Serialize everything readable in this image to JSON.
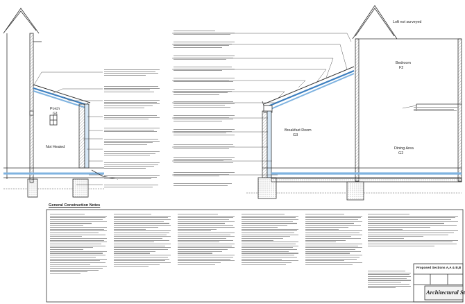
{
  "drawing": {
    "rooms": {
      "loft": "Loft not surveyed",
      "bedroom_name": "Bedroom",
      "bedroom_code": "F2",
      "porch_name": "Porch",
      "porch_code": "G1",
      "not_heated": "Not Heated",
      "breakfast_name": "Breakfast Room",
      "breakfast_code": "G3",
      "dining_name": "Dining Area",
      "dining_code": "G2"
    },
    "notes_heading": "General Construction Notes"
  },
  "title_block": {
    "drawing_title": "Proposed Sections A,A & B,B",
    "firm": "Architectural Studio"
  },
  "colors": {
    "line": "#333333",
    "fill_hatch": "#bdbdbd",
    "insulation": "#7fb3e0",
    "insulation_dark": "#3d7fbf",
    "ground": "#8a8a8a",
    "note_text": "#9a9a9a"
  }
}
